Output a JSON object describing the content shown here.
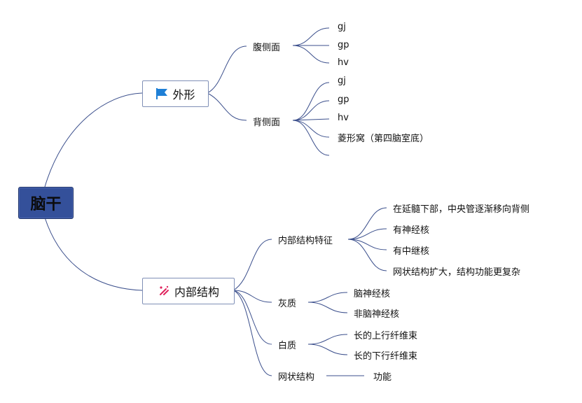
{
  "root": {
    "label": "脑干"
  },
  "branches": {
    "external": {
      "label": "外形",
      "icon": "flag-icon",
      "icon_color": "#1e7fd6",
      "ventral": {
        "label": "腹侧面",
        "items": [
          "gj",
          "gp",
          "hv"
        ]
      },
      "dorsal": {
        "label": "背侧面",
        "items": [
          "gj",
          "gp",
          "hv",
          "菱形窝（第四脑室底）",
          ""
        ]
      }
    },
    "internal": {
      "label": "内部结构",
      "icon": "sparkle-icon",
      "icon_color": "#e0245e",
      "features": {
        "label": "内部结构特征",
        "items": [
          "在延髓下部，中央管逐渐移向背侧",
          "有神经核",
          "有中继核",
          "网状结构扩大，结构功能更复杂"
        ]
      },
      "gray": {
        "label": "灰质",
        "items": [
          "脑神经核",
          "非脑神经核"
        ]
      },
      "white": {
        "label": "白质",
        "items": [
          "长的上行纤维束",
          "长的下行纤维束"
        ]
      },
      "reticular": {
        "label": "网状结构",
        "items": [
          "功能"
        ]
      }
    }
  },
  "colors": {
    "line": "#3b4f8c",
    "root_fill": "#34509a",
    "box_border": "#7f8fb6"
  }
}
